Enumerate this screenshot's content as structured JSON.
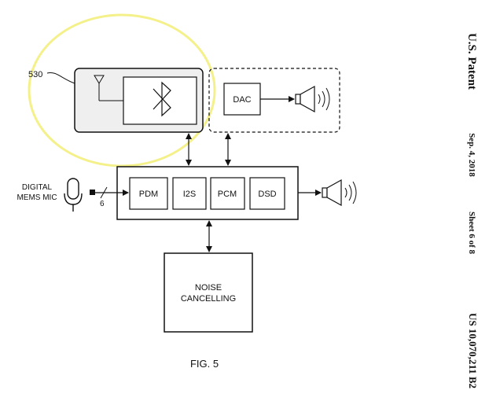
{
  "header": {
    "patent_office": "U.S. Patent",
    "date": "Sep. 4, 2018",
    "sheet": "Sheet 6 of 8",
    "patent_number": "US 10,070,211 B2"
  },
  "figure": {
    "reference_numeral": "530",
    "caption": "FIG. 5",
    "mic_label_line1": "DIGITAL",
    "mic_label_line2": "MEMS MIC",
    "bus_width": "6",
    "blocks": {
      "dac": "DAC",
      "pdm": "PDM",
      "i2s": "I2S",
      "pcm": "PCM",
      "dsd": "DSD",
      "noise_line1": "NOISE",
      "noise_line2": "CANCELLING"
    },
    "colors": {
      "highlight": "#f4f08a",
      "ink": "#111111",
      "wireless_bg": "#efefef"
    },
    "icons": [
      "antenna-icon",
      "bluetooth-icon",
      "speaker-icon",
      "microphone-icon"
    ]
  }
}
